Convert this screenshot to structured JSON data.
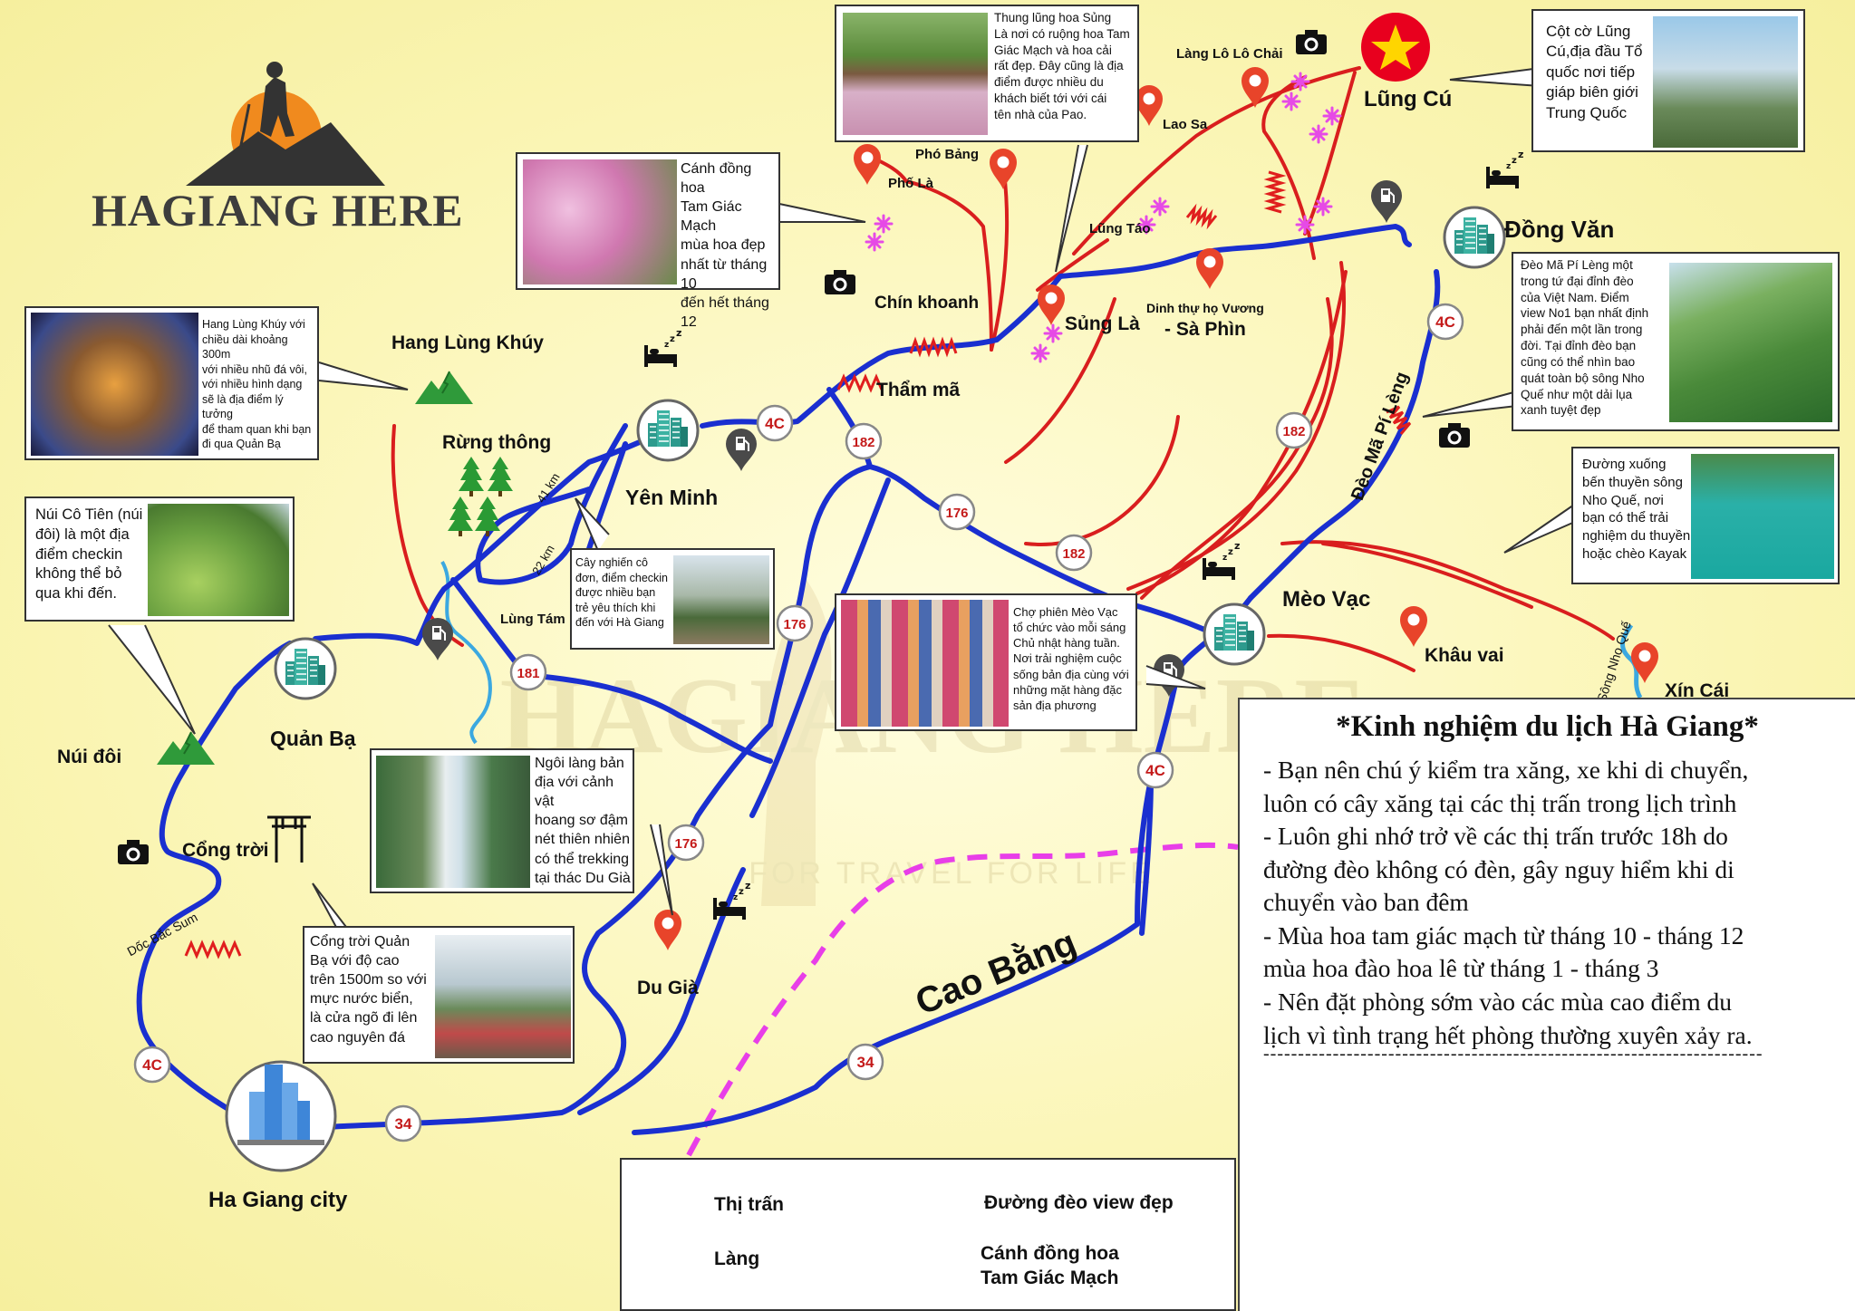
{
  "brand": {
    "name": "HAGIANG HERE"
  },
  "watermark": {
    "name": "HAGIANG HERE",
    "tagline": "FOR TRAVEL FOR LIFE"
  },
  "colors": {
    "road": "#1a2fd0",
    "minor_road": "#d91e1e",
    "border": "#e83ee8",
    "pass": "#e01e1e",
    "flower": "#e64ae6",
    "pin": "#e8442a"
  },
  "icons": {
    "town": "town-building-icon",
    "village": "location-pin-icon",
    "pass": "zigzag-pass-icon",
    "flower": "flower-icon",
    "camera": "camera-icon",
    "hotel": "bed-icon",
    "fuel": "fuel-pin-icon",
    "mountain": "mountain-icon",
    "forest": "pine-tree-icon",
    "gate": "gate-icon",
    "flag": "vietnam-flag-icon"
  },
  "towns": {
    "ha_giang": "Ha Giang city",
    "quan_ba": "Quản Bạ",
    "yen_minh": "Yên Minh",
    "dong_van": "Đồng Văn",
    "meo_vac": "Mèo Vạc"
  },
  "places": {
    "lung_cu": "Lũng Cú",
    "lang_lo_lo_chai": "Làng Lô Lô Chải",
    "lao_sa": "Lao Sa",
    "pho_bang": "Phó Bảng",
    "pho_la": "Phố Là",
    "lung_tao": "Lũng Táo",
    "chin_khoanh": "Chín khoanh",
    "sung_la": "Sủng Là",
    "vuong_house_1": "Dinh thự họ Vương",
    "vuong_house_2": "- Sà Phìn",
    "tham_ma": "Thẩm mã",
    "hang_lung_khuy": "Hang Lùng Khúy",
    "rung_thong": "Rừng thông",
    "lung_tam": "Lùng Tám",
    "nui_doi": "Núi đôi",
    "cong_troi": "Cổng trời",
    "doc_bac_sum": "Dốc Bắc Sum",
    "du_gia": "Du Già",
    "khau_vai": "Khâu vai",
    "xin_cai": "Xín Cái",
    "song_nho_que": "Sông Nho Quế",
    "deo_ma_pi_leng": "Đèo Mã Pí Lèng",
    "cao_bang": "Cao Bằng"
  },
  "distances": {
    "d41": "41 km",
    "d22": "22 km"
  },
  "routes": {
    "r4c": "4C",
    "r182": "182",
    "r176": "176",
    "r181": "181",
    "r34": "34"
  },
  "callouts": {
    "sung_la": "Thung lũng hoa Sủng\nLà nơi có ruộng hoa Tam\nGiác Mạch và hoa cải\nrất đẹp. Đây cũng là địa\nđiểm được nhiều du\nkhách biết tới với cái\ntên nhà của Pao.",
    "flower_field": "Cánh đồng hoa\nTam Giác Mạch\nmùa hoa đẹp\nnhất từ tháng 10\nđến hết tháng 12",
    "lung_cu": "Cột cờ Lũng\nCú,địa đầu Tổ\nquốc nơi tiếp\ngiáp biên giới\nTrung Quốc",
    "hang_lung_khuy": "Hang Lùng Khúy với\nchiều dài khoảng 300m\nvới nhiều nhũ đá vôi,\nvới nhiều hình dạng\nsẽ là địa điểm lý tưởng\nđể tham quan khi bạn\nđi qua Quản Bạ",
    "nui_co_tien": "Núi Cô Tiên (núi\nđôi) là một địa\nđiểm checkin\nkhông thể bỏ\nqua khi đến.",
    "cay_co_don": "Cây nghiến cô\nđơn, điểm checkin\nđược nhiều bạn\ntrẻ yêu thích khi\nđến với Hà Giang",
    "ma_pi_leng": "Đèo Mã Pí Lèng một\ntrong tứ đại đỉnh đèo\ncủa Việt Nam. Điểm\nview No1 bạn nhất định\nphải đến một lần trong\nđời. Tại đỉnh đèo bạn\ncũng có thể nhìn bao\nquát toàn bộ sông Nho\nQuế như một dải lụa\nxanh tuyệt đẹp",
    "nho_que": "Đường xuống\nbến thuyền sông\nNho Quế, nơi\nbạn có thể trải\nnghiệm du thuyền\nhoặc chèo Kayak",
    "meo_vac_market": "Chợ phiên Mèo Vạc\ntổ chức vào mỗi sáng\nChủ nhật hàng tuần.\nNơi trải nghiệm cuộc\nsống bản địa cùng với\nnhững mặt hàng đặc\nsản địa phương",
    "du_gia": "Ngôi làng bản\nđịa với cảnh vật\nhoang sơ đậm\nnét thiên nhiên\ncó thể trekking\ntại thác Du Già",
    "cong_troi": "Cổng trời Quản\nBạ với độ cao\ntrên 1500m so với\nmực nước biển,\nlà cửa ngõ đi lên\ncao nguyên đá"
  },
  "tips": {
    "title": "*Kinh nghiệm du lịch Hà Giang*",
    "body": "- Bạn nên chú ý kiểm tra xăng, xe khi di chuyển,\nluôn có cây xăng tại các thị trấn trong lịch trình\n- Luôn ghi nhớ trở về các thị trấn trước 18h do\nđường đèo không có đèn, gây nguy hiểm khi di\nchuyển vào ban đêm\n- Mùa hoa tam giác mạch từ tháng 10 - tháng 12\nmùa hoa đào hoa lê từ tháng 1 - tháng 3\n- Nên đặt phòng sớm vào các mùa cao điểm du\nlịch vì tình trạng hết phòng thường xuyên xảy ra.",
    "rule": "------------------------------------------------------------------------"
  },
  "legend": {
    "town": "Thị trấn",
    "village": "Làng",
    "pass": "Đường đèo view đẹp",
    "flower": "Cánh đồng hoa\nTam Giác Mạch"
  }
}
